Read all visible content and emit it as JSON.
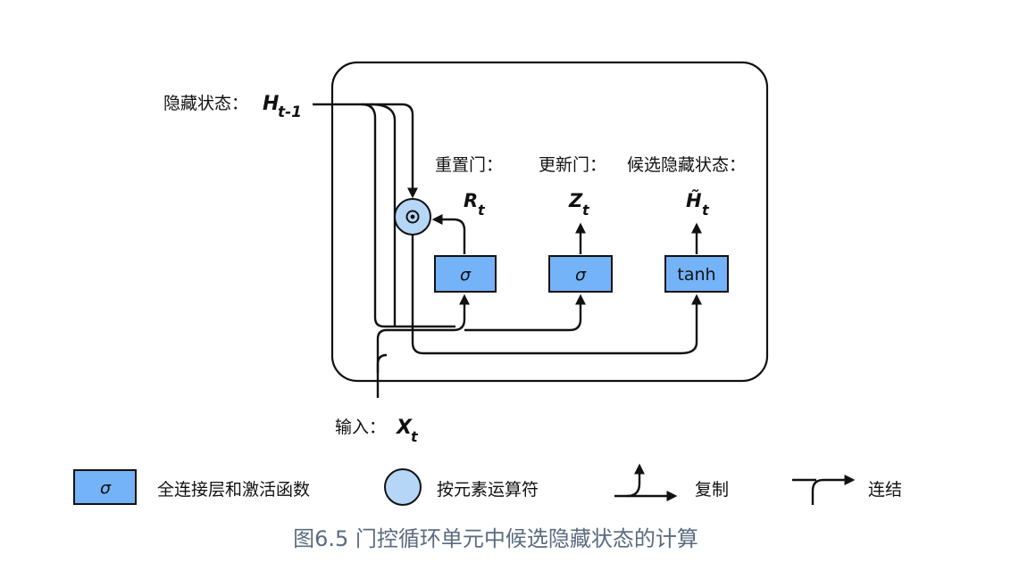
{
  "diagram": {
    "hidden_state": {
      "label": "隐藏状态：",
      "symbol": "H",
      "subscript": "t-1"
    },
    "input": {
      "label": "输入：",
      "symbol": "X",
      "subscript": "t"
    },
    "reset_gate": {
      "label": "重置门：",
      "symbol": "R",
      "subscript": "t",
      "activation": "σ"
    },
    "update_gate": {
      "label": "更新门：",
      "symbol": "Z",
      "subscript": "t",
      "activation": "σ"
    },
    "candidate": {
      "label": "候选隐藏状态：",
      "symbol": "H̃",
      "subscript": "t",
      "activation": "tanh"
    },
    "operator_symbol": "⊙"
  },
  "legend": {
    "fc_symbol": "σ",
    "fc_label": "全连接层和激活函数",
    "op_label": "按元素运算符",
    "copy_label": "复制",
    "concat_label": "连结"
  },
  "caption": "图6.5 门控循环单元中候选隐藏状态的计算",
  "colors": {
    "box_fill": "#74b3f7",
    "op_fill": "#b6d6f7",
    "stroke": "#111111",
    "caption": "#5b6b80"
  }
}
